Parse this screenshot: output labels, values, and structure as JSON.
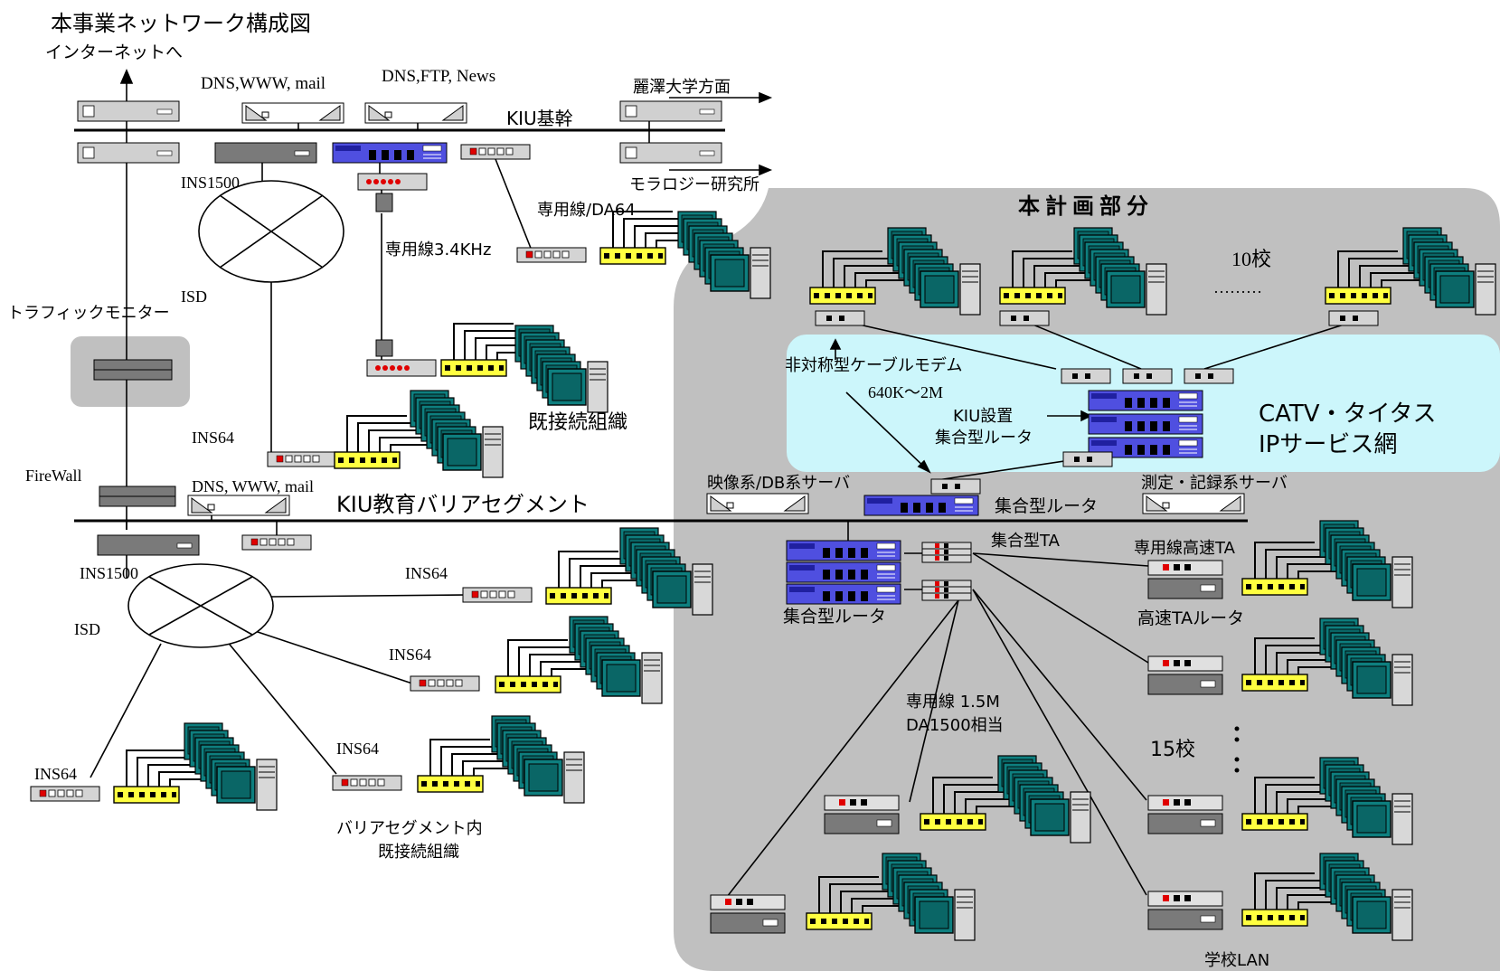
{
  "title": "本事業ネットワーク構成図",
  "labels": {
    "internet": "インターネットへ",
    "dns_www_mail": "DNS,WWW, mail",
    "dns_ftp_news": "DNS,FTP, News",
    "reitaku": "麗澤大学方面",
    "kiu_backbone": "KIU基幹",
    "morology": "モラロジー研究所",
    "ins1500_top": "INS1500",
    "leased_da64": "専用線/DA64",
    "leased_34": "専用線3.4KHz",
    "isd_top": "ISD",
    "traffic_monitor": "トラフィックモニター",
    "existing_orgs": "既接続組織",
    "ins64_top": "INS64",
    "firewall": "FireWall",
    "dns_www_mail2": "DNS, WWW, mail",
    "barrier_segment": "KIU教育バリアセグメント",
    "ins1500_bottom": "INS1500",
    "isd_bottom": "ISD",
    "ins64_a": "INS64",
    "ins64_b": "INS64",
    "ins64_c": "INS64",
    "ins64_d": "INS64",
    "barrier_existing_1": "バリアセグメント内",
    "barrier_existing_2": "既接続組織",
    "plan_title": "本計画部分",
    "schools_10": "10校",
    "dots": "………",
    "cable_modem": "非対称型ケーブルモデム",
    "speed": "640K～2M",
    "kiu_install": "KIU設置",
    "agg_router_top": "集合型ルータ",
    "catv_1": "CATV・タイタス",
    "catv_2": "IPサービス網",
    "video_server": "映像系/DB系サーバ",
    "measure_server": "測定・記録系サーバ",
    "agg_router_mid": "集合型ルータ",
    "agg_ta": "集合型TA",
    "leased_hs_ta": "専用線高速TA",
    "agg_router_left": "集合型ルータ",
    "hs_ta_router": "高速TAルータ",
    "leased_15m": "専用線 1.5M",
    "da1500": "DA1500相当",
    "schools_15": "15校",
    "school_lan": "学校LAN"
  },
  "colors": {
    "plan_area": "#c0c0c0",
    "catv_area": "#ccf6fb",
    "router_blue": "#4f4fe0",
    "monitor_teal": "#0e7f7f",
    "hub_yellow": "#ffff40",
    "device_gray": "#d0d0d0",
    "device_dark": "#7a7a7a"
  }
}
